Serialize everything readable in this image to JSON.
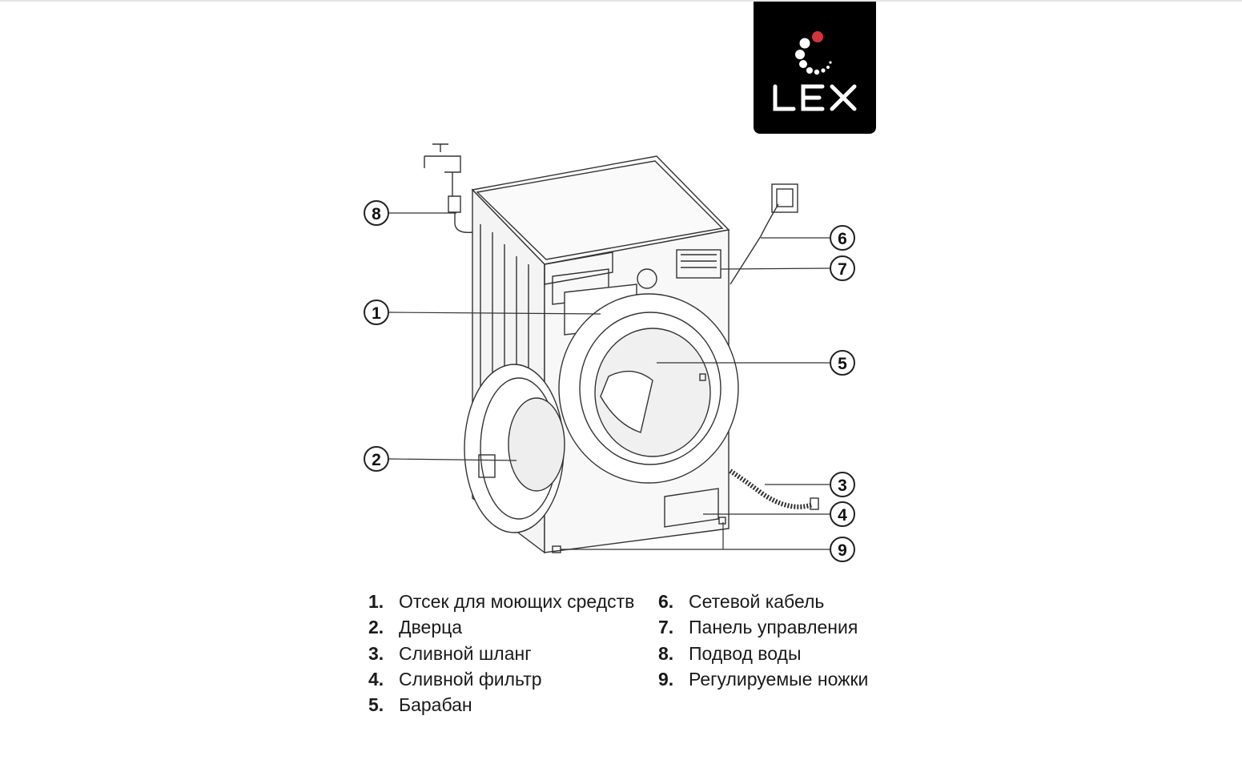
{
  "logo": {
    "text": "LEX",
    "accent_color": "#d1343a"
  },
  "callouts": [
    "1",
    "2",
    "3",
    "4",
    "5",
    "6",
    "7",
    "8",
    "9"
  ],
  "legend": {
    "column1": [
      {
        "num": "1.",
        "label": "Отсек для моющих средств"
      },
      {
        "num": "2.",
        "label": "Дверца"
      },
      {
        "num": "3.",
        "label": "Сливной шланг"
      },
      {
        "num": "4.",
        "label": "Сливной фильтр"
      },
      {
        "num": "5.",
        "label": "Барабан"
      }
    ],
    "column2": [
      {
        "num": "6.",
        "label": "Сетевой кабель"
      },
      {
        "num": "7.",
        "label": "Панель управления"
      },
      {
        "num": "8.",
        "label": "Подвод воды"
      },
      {
        "num": "9.",
        "label": "Регулируемые ножки"
      }
    ]
  }
}
